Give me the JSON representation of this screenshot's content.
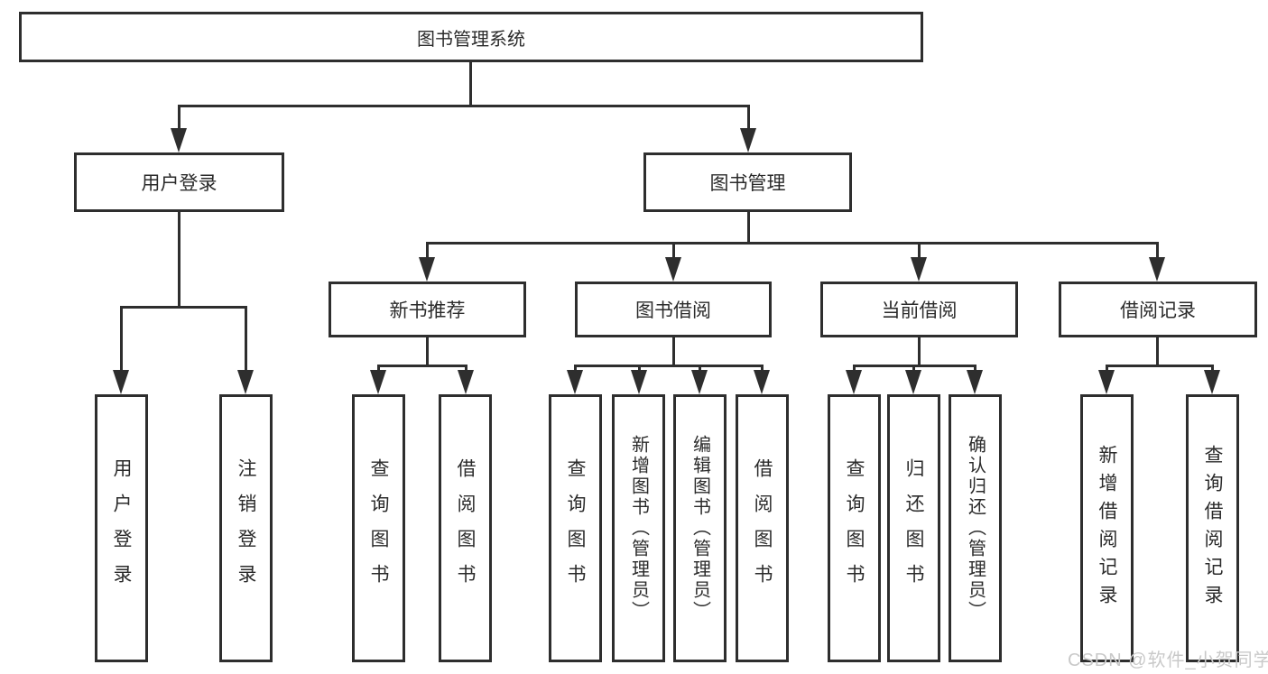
{
  "tree": {
    "label": "图书管理系统",
    "children": [
      {
        "label": "用户登录",
        "children": [
          {
            "label": "用户登录"
          },
          {
            "label": "注销登录"
          }
        ]
      },
      {
        "label": "图书管理",
        "children": [
          {
            "label": "新书推荐",
            "children": [
              {
                "label": "查询图书"
              },
              {
                "label": "借阅图书"
              }
            ]
          },
          {
            "label": "图书借阅",
            "children": [
              {
                "label": "查询图书"
              },
              {
                "label": "新增图书（管理员）"
              },
              {
                "label": "编辑图书（管理员）"
              },
              {
                "label": "借阅图书"
              }
            ]
          },
          {
            "label": "当前借阅",
            "children": [
              {
                "label": "查询图书"
              },
              {
                "label": "归还图书"
              },
              {
                "label": "确认归还（管理员）"
              }
            ]
          },
          {
            "label": "借阅记录",
            "children": [
              {
                "label": "新增借阅记录"
              },
              {
                "label": "查询借阅记录"
              }
            ]
          }
        ]
      }
    ]
  },
  "watermark": {
    "text": "CSDN @软件_小贺同学"
  },
  "colors": {
    "line": "#2e2e2e",
    "text": "#2b2b2b",
    "watermark": "#c9c9c9"
  }
}
